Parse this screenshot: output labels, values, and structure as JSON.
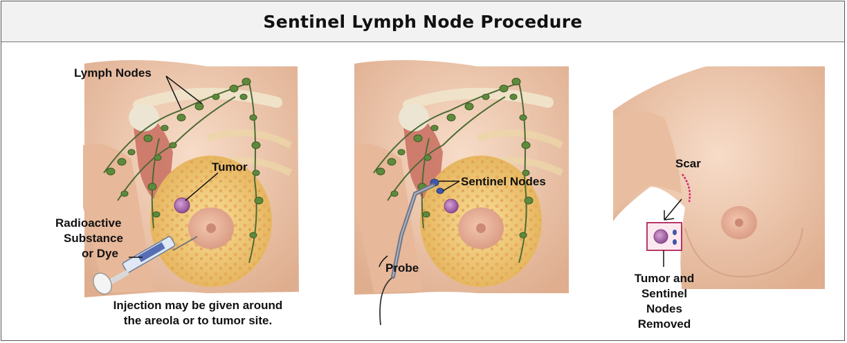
{
  "title": "Sentinel Lymph Node Procedure",
  "panel1": {
    "lymph_nodes_label": "Lymph Nodes",
    "tumor_label": "Tumor",
    "substance_line1": "Radioactive",
    "substance_line2": "Substance",
    "substance_line3": "or Dye",
    "caption_line1": "Injection may be given around",
    "caption_line2": "the areola or to tumor site."
  },
  "panel2": {
    "sentinel_label": "Sentinel Nodes",
    "probe_label": "Probe"
  },
  "panel3": {
    "scar_label": "Scar",
    "removed_line1": "Tumor and",
    "removed_line2": "Sentinel",
    "removed_line3": "Nodes",
    "removed_line4": "Removed"
  },
  "colors": {
    "skin": "#f2cdb5",
    "skin_shadow": "#dcae92",
    "breast_tissue": "#f0cc7a",
    "lymph_node": "#5e8a3c",
    "tumor": "#a96ab0",
    "scar": "#d4246b",
    "probe": "#3f57a8"
  }
}
